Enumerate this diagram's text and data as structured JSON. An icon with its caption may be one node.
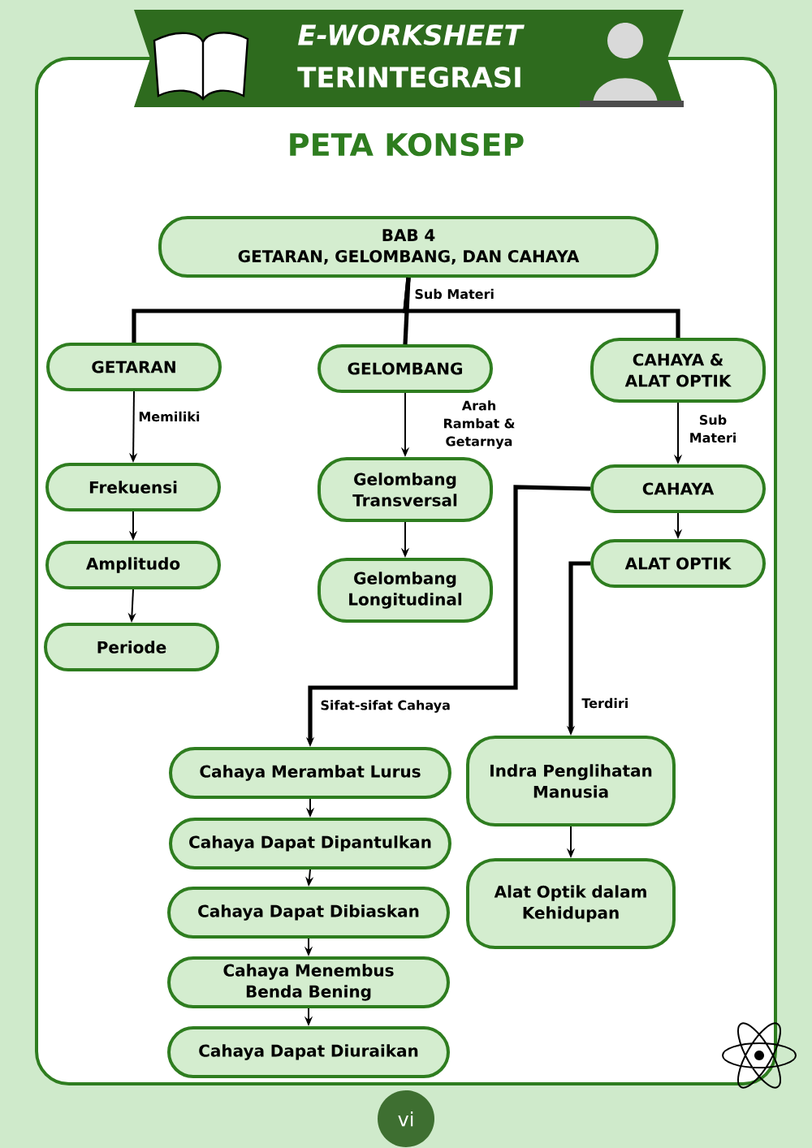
{
  "diagram": {
    "title": "PETA KONSEP",
    "nodes": [
      {
        "text": [
          "BAB 4",
          "GETARAN, GELOMBANG, DAN CAHAYA"
        ]
      },
      {
        "text": [
          "GETARAN"
        ]
      },
      {
        "text": [
          "GELOMBANG"
        ]
      },
      {
        "text": [
          "CAHAYA & ALAT OPTIK"
        ]
      },
      {
        "text": [
          "Frekuensi"
        ]
      },
      {
        "text": [
          "Amplitudo"
        ]
      },
      {
        "text": [
          "Periode"
        ]
      },
      {
        "text": [
          "Gelombang Transversal"
        ]
      },
      {
        "text": [
          "Gelombang Longitudinal"
        ]
      },
      {
        "text": [
          "CAHAYA"
        ]
      },
      {
        "text": [
          "ALAT OPTIK"
        ]
      },
      {
        "text": [
          "Cahaya Merambat Lurus"
        ]
      },
      {
        "text": [
          "Cahaya Dapat Dipantulkan"
        ]
      },
      {
        "text": [
          "Cahaya Dapat Dibiaskan"
        ]
      },
      {
        "text": [
          "Cahaya Menembus Benda Bening"
        ]
      },
      {
        "text": [
          "Cahaya Dapat Diuraikan"
        ]
      },
      {
        "text": [
          "Indra Penglihatan Manusia"
        ]
      },
      {
        "text": [
          "Alat Optik dalam Kehidupan"
        ]
      }
    ],
    "edges": [
      {
        "from": 0,
        "to": 1,
        "arrow": "none",
        "style": "thick"
      },
      {
        "from": 0,
        "to": 2,
        "arrow": "none",
        "style": "thick",
        "label": "Sub Materi"
      },
      {
        "from": 0,
        "to": 3,
        "arrow": "none",
        "style": "thick"
      },
      {
        "from": 1,
        "to": 4,
        "arrow": "to",
        "label": "Memiliki"
      },
      {
        "from": 4,
        "to": 5,
        "arrow": "to"
      },
      {
        "from": 5,
        "to": 6,
        "arrow": "to"
      },
      {
        "from": 2,
        "to": 7,
        "arrow": "to",
        "label": "Arah Rambat & Getarnya"
      },
      {
        "from": 7,
        "to": 8,
        "arrow": "to"
      },
      {
        "from": 3,
        "to": 9,
        "arrow": "to",
        "label": "Sub Materi"
      },
      {
        "from": 9,
        "to": 10,
        "arrow": "to"
      },
      {
        "from": 9,
        "to": 11,
        "arrow": "to",
        "style": "thick",
        "label": "Sifat-sifat Cahaya"
      },
      {
        "from": 11,
        "to": 12,
        "arrow": "to"
      },
      {
        "from": 12,
        "to": 13,
        "arrow": "to"
      },
      {
        "from": 13,
        "to": 14,
        "arrow": "to"
      },
      {
        "from": 14,
        "to": 15,
        "arrow": "to"
      },
      {
        "from": 10,
        "to": 16,
        "arrow": "to",
        "style": "thick",
        "label": "Terdiri"
      },
      {
        "from": 16,
        "to": 17,
        "arrow": "to"
      }
    ],
    "labels": [
      "E-WORKSHEET",
      "TERINTEGRASI",
      "vi"
    ]
  }
}
